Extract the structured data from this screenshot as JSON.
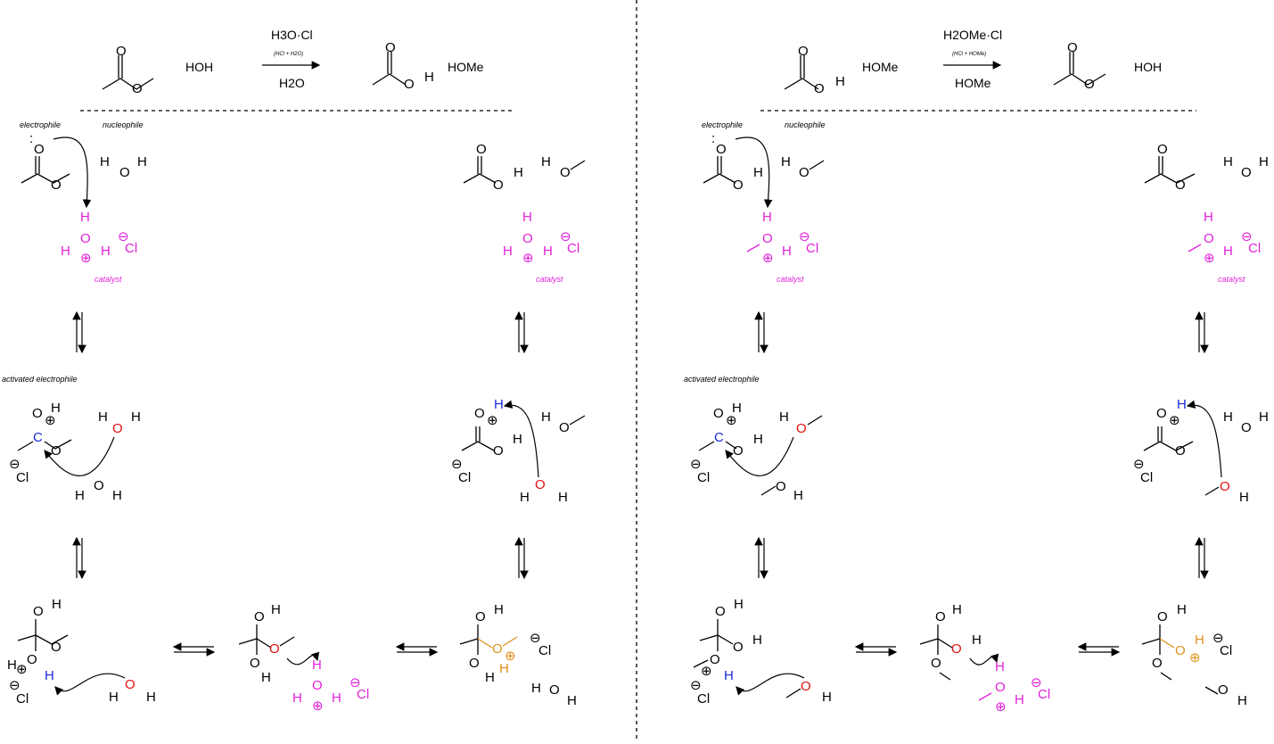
{
  "left": {
    "reaction": {
      "reagent_top": "H3O·Cl",
      "reagent_note": "(HCl + H2O)",
      "reagent_bottom": "H2O",
      "reactant_partner": "HOH",
      "product_partner": "HOMe"
    },
    "labels": {
      "electrophile": "electrophile",
      "nucleophile": "nucleophile",
      "catalyst_1": "catalyst",
      "catalyst_2": "catalyst",
      "activated": "activated electrophile"
    }
  },
  "right": {
    "reaction": {
      "reagent_top": "H2OMe·Cl",
      "reagent_note": "(HCl + HOMe)",
      "reagent_bottom": "HOMe",
      "reactant_partner": "HOMe",
      "product_partner": "HOH"
    },
    "labels": {
      "electrophile": "electrophile",
      "nucleophile": "nucleophile",
      "catalyst_1": "catalyst",
      "catalyst_2": "catalyst",
      "activated": "activated electrophile"
    }
  },
  "atoms": {
    "O": "O",
    "H": "H",
    "C": "C",
    "Cl": "Cl",
    "plus": "⊕",
    "minus": "⊖",
    "dots2": ":"
  },
  "colors": {
    "catalyst": "#e020d8",
    "nucleophile_o": "#e01010",
    "activated_atom": "#1a2ad8",
    "oxonium": "#e0901a"
  }
}
